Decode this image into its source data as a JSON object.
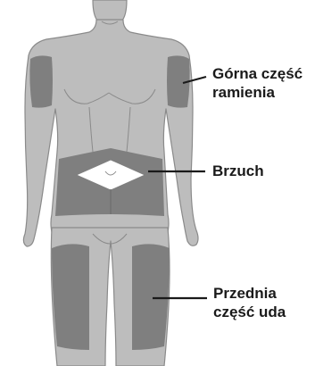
{
  "labels": {
    "upper_arm": [
      "Górna część",
      "ramienia"
    ],
    "abdomen": "Brzuch",
    "thigh": [
      "Przednia",
      "część uda"
    ]
  },
  "colors": {
    "body": "#bdbdbd",
    "outline": "#8a8a8a",
    "zone": "#7f7f7f",
    "navel_patch": "#ffffff",
    "leader_line": "#1a1a1a",
    "text": "#1a1a1a"
  }
}
